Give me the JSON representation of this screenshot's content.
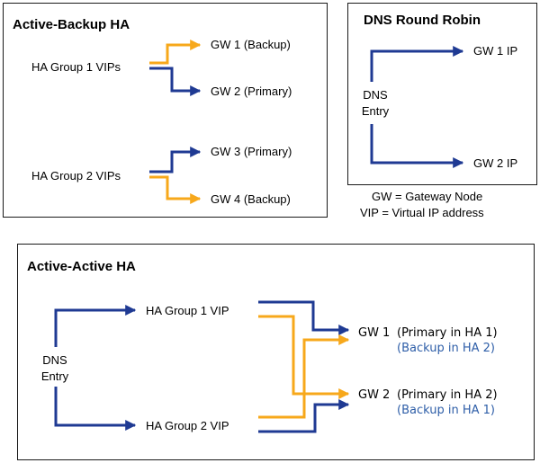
{
  "active_backup": {
    "title": "Active-Backup HA",
    "group1": "HA Group 1 VIPs",
    "group2": "HA Group 2 VIPs",
    "gw1": "GW 1 (Backup)",
    "gw2": "GW 2 (Primary)",
    "gw3": "GW 3 (Primary)",
    "gw4": "GW 4 (Backup)"
  },
  "dns_rr": {
    "title": "DNS Round Robin",
    "dns_line1": "DNS",
    "dns_line2": "Entry",
    "gw1": "GW 1 IP",
    "gw2": "GW 2 IP"
  },
  "legend": {
    "gw": "GW = Gateway Node",
    "vip": "VIP = Virtual IP address"
  },
  "active_active": {
    "title": "Active-Active HA",
    "dns_line1": "DNS",
    "dns_line2": "Entry",
    "vip1": "HA Group 1 VIP",
    "vip2": "HA Group 2 VIP",
    "gw1": "GW 1",
    "gw1_primary": "(Primary in HA 1)",
    "gw1_backup": "(Backup in HA 2)",
    "gw2": "GW 2",
    "gw2_primary": "(Primary in HA 2)",
    "gw2_backup": "(Backup in HA 1)"
  },
  "colors": {
    "primary_path": "#1f3a93",
    "backup_path": "#f7a81b",
    "backup_text": "#2e5ea8"
  }
}
